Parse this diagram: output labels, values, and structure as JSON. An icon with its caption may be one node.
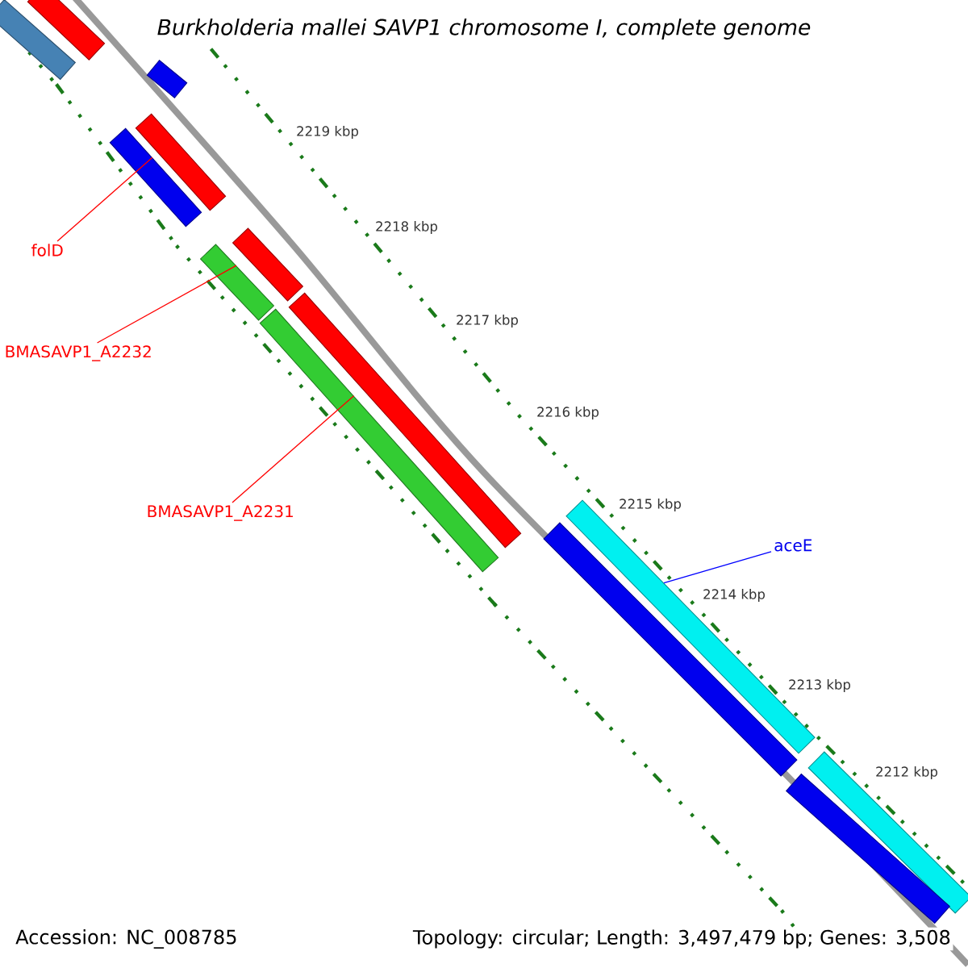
{
  "diagram": {
    "title": "Burkholderia mallei SAVP1 chromosome I, complete genome",
    "nodes": [
      {
        "text": [],
        "shape": "bar"
      },
      {
        "text": [],
        "shape": "bar"
      },
      {
        "text": [],
        "shape": "bar"
      },
      {
        "text": [],
        "shape": "bar"
      },
      {
        "text": [],
        "shape": "bar"
      },
      {
        "text": [],
        "shape": "bar"
      },
      {
        "text": [],
        "shape": "bar"
      },
      {
        "text": [],
        "shape": "bar"
      },
      {
        "text": [],
        "shape": "bar"
      },
      {
        "text": [],
        "shape": "bar"
      },
      {
        "text": [],
        "shape": "bar"
      },
      {
        "text": [],
        "shape": "bar"
      },
      {
        "text": [],
        "shape": "bar"
      },
      {
        "text": [
          "folD"
        ]
      },
      {
        "text": [
          "BMASAVP1_A2232"
        ]
      },
      {
        "text": [
          "BMASAVP1_A2231"
        ]
      },
      {
        "text": [
          "aceE"
        ]
      }
    ],
    "edges": [
      {
        "from": 13,
        "to": 3,
        "arrow": "none"
      },
      {
        "from": 14,
        "to": 7,
        "arrow": "none"
      },
      {
        "from": 15,
        "to": 8,
        "arrow": "none"
      },
      {
        "from": 16,
        "to": 9,
        "arrow": "none",
        "color": "#0000ff"
      }
    ],
    "labels": [
      "2219 kbp",
      "2218 kbp",
      "2217 kbp",
      "2216 kbp",
      "2215 kbp",
      "2214 kbp",
      "2213 kbp",
      "2212 kbp",
      "Accession: NC_008785",
      "Topology: circular; Length: 3,497,479 bp; Genes: 3,508"
    ]
  }
}
